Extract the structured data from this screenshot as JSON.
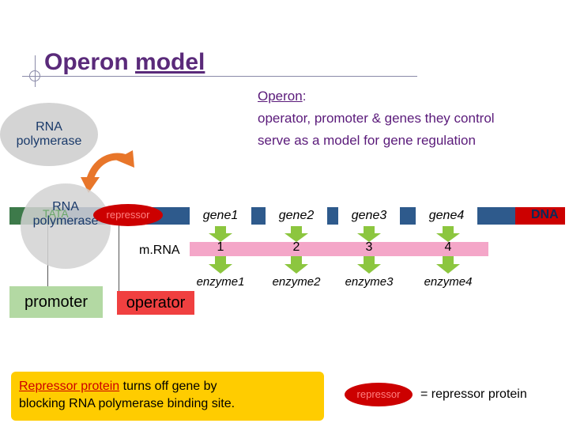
{
  "title": {
    "part1": "Operon ",
    "part2": "model"
  },
  "definition": {
    "term": "Operon",
    "colon": ":",
    "line1": "operator, promoter & genes they control",
    "line2": "serve as a model for gene regulation"
  },
  "rna_polymerase_top": {
    "line1": "RNA",
    "line2": "polymerase"
  },
  "rna_polymerase_bound": {
    "line1": "RNA",
    "line2": "polymerase"
  },
  "tata": "TATA",
  "repressor_label": "repressor",
  "genes": [
    "gene1",
    "gene2",
    "gene3",
    "gene4"
  ],
  "dna_label": "DNA",
  "mrna_label": "m.RNA",
  "mrna_numbers": [
    "1",
    "2",
    "3",
    "4"
  ],
  "enzymes": [
    "enzyme1",
    "enzyme2",
    "enzyme3",
    "enzyme4"
  ],
  "promoter_label": "promoter",
  "operator_label": "operator",
  "note": {
    "link_text": "Repressor protein",
    "rest_line1": " turns off gene by",
    "line2": "blocking RNA polymerase binding site."
  },
  "legend": {
    "symbol_label": "repressor",
    "text": "= repressor protein"
  },
  "colors": {
    "title": "#5a2a7a",
    "dna": "#2e5a8c",
    "mrna": "#f4a6c8",
    "arrow": "#8cc63f",
    "repressor": "#cc0000",
    "note_bg": "#ffcc00"
  }
}
